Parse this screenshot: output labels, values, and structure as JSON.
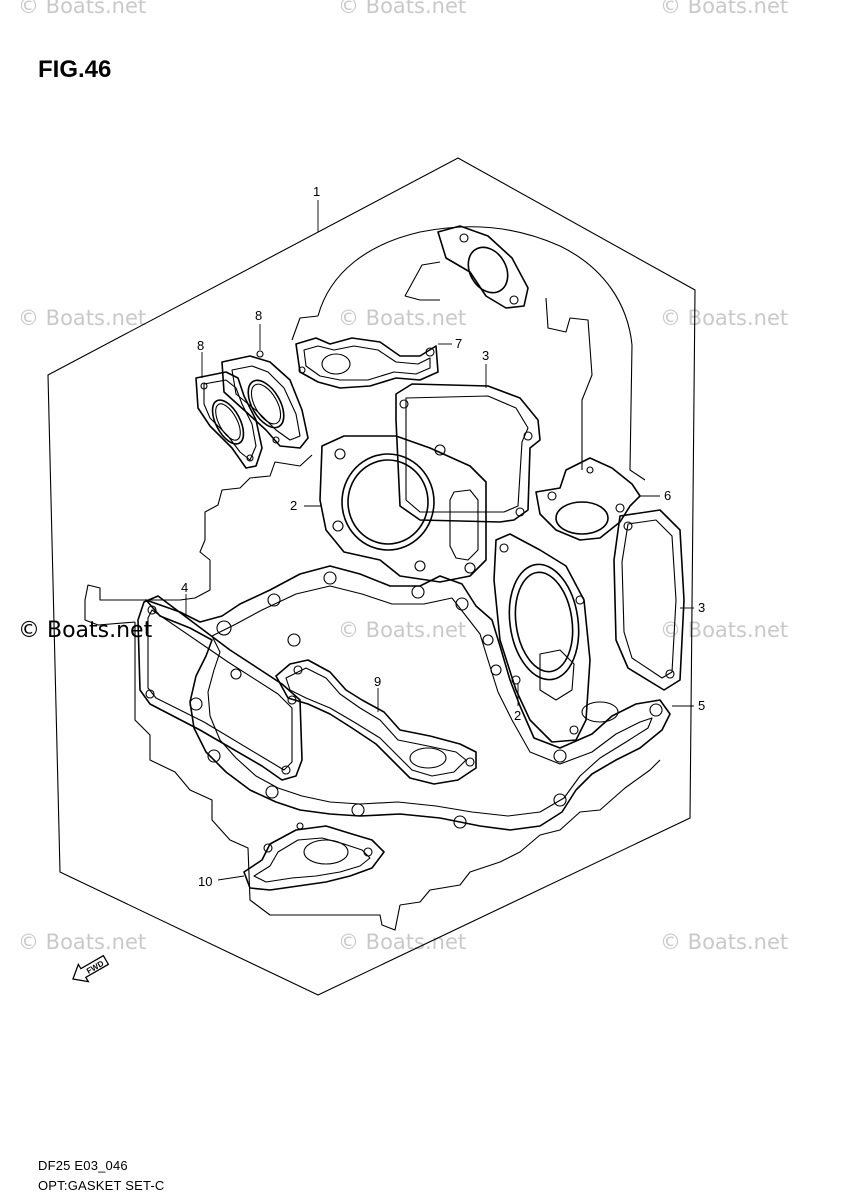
{
  "figure": {
    "title": "FIG.46",
    "code": "DF25 E03_046",
    "caption": "OPT:GASKET SET-C"
  },
  "watermarks": {
    "text": "© Boats.net"
  },
  "callouts": [
    {
      "id": "c1",
      "label": "1"
    },
    {
      "id": "c2a",
      "label": "2"
    },
    {
      "id": "c2b",
      "label": "2"
    },
    {
      "id": "c3a",
      "label": "3"
    },
    {
      "id": "c3b",
      "label": "3"
    },
    {
      "id": "c4",
      "label": "4"
    },
    {
      "id": "c5",
      "label": "5"
    },
    {
      "id": "c6",
      "label": "6"
    },
    {
      "id": "c7",
      "label": "7"
    },
    {
      "id": "c8a",
      "label": "8"
    },
    {
      "id": "c8b",
      "label": "8"
    },
    {
      "id": "c9",
      "label": "9"
    },
    {
      "id": "c10",
      "label": "10"
    }
  ],
  "fwd_marker": {
    "label": "FWD",
    "icon": "forward-arrow-icon"
  }
}
